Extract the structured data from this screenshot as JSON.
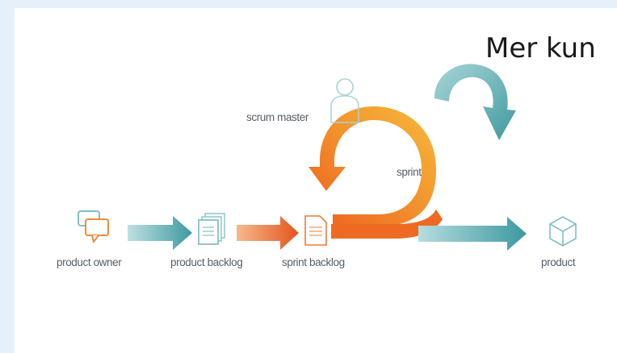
{
  "header": {
    "text": "Mer kun"
  },
  "diagram": {
    "labels": {
      "product_owner": "product owner",
      "product_backlog": "product backlog",
      "sprint_backlog": "sprint backlog",
      "scrum_master": "scrum master",
      "sprint": "sprint",
      "product": "product"
    },
    "colors": {
      "teal": "#4fa3a8",
      "teal_light": "#a9d3d6",
      "orange": "#ea6a23",
      "orange_light": "#f7b23b",
      "text": "#55606a"
    },
    "icons": [
      "chat-bubble-icon",
      "documents-icon",
      "document-icon",
      "person-icon",
      "box-icon"
    ]
  }
}
